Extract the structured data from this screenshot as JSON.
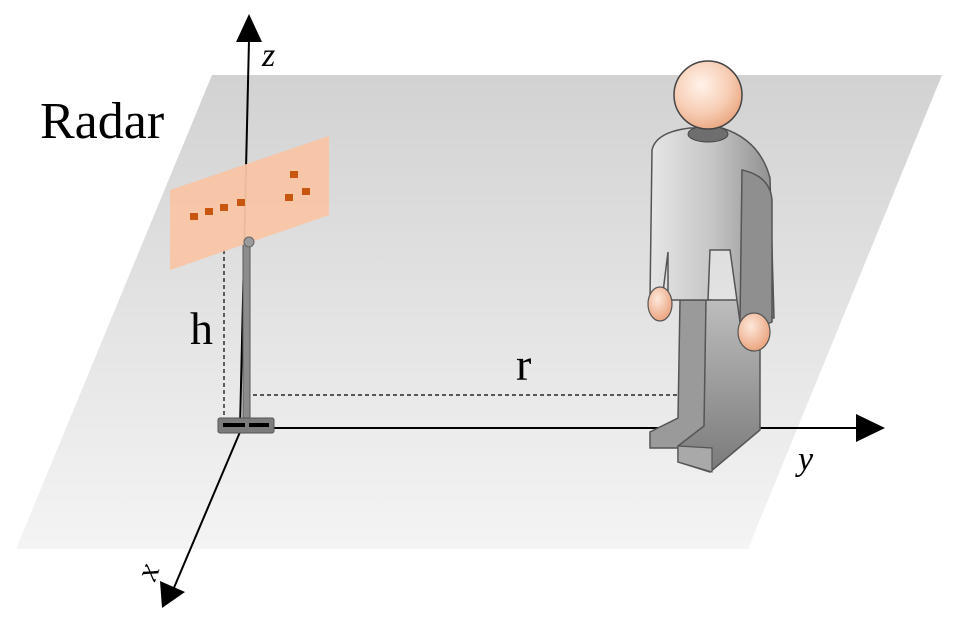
{
  "labels": {
    "radar": "Radar",
    "z_axis": "z",
    "y_axis": "y",
    "x_axis": "x",
    "height": "h",
    "range": "r"
  },
  "colors": {
    "radar_panel": "#f9c4a4",
    "antenna_elements": "#c8560e",
    "skin": "#f7cdb4",
    "body": "#c8c8c8",
    "axes": "#000000"
  },
  "icons": [
    "radar-panel",
    "person-figure",
    "ground-plane"
  ]
}
